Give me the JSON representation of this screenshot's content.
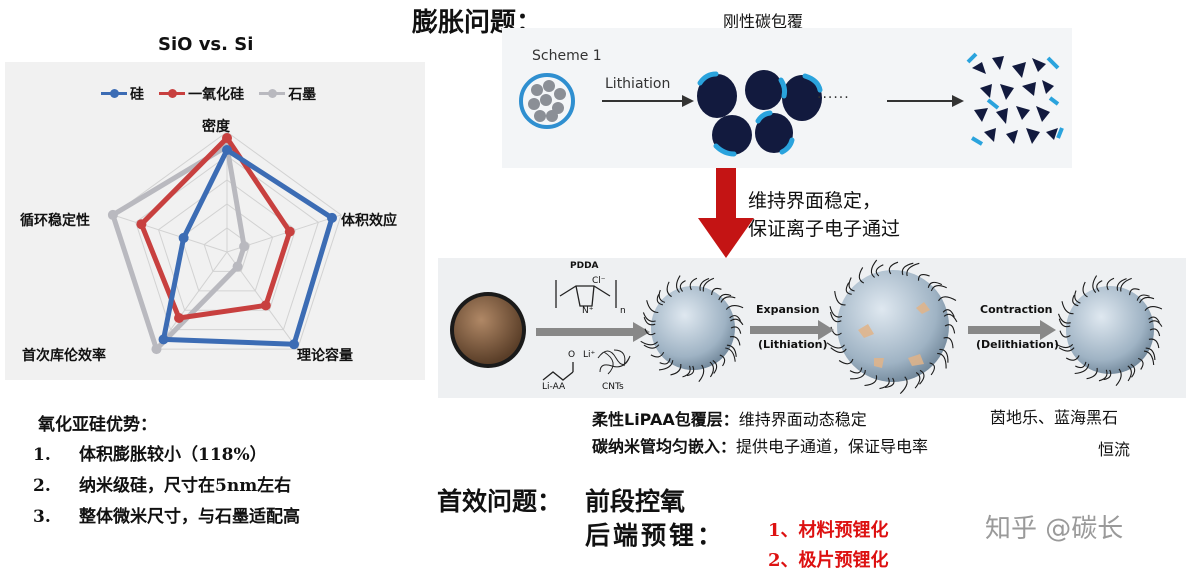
{
  "title_swelling": "膨胀问题：",
  "rigid_coating": "刚性碳包覆",
  "radar": {
    "title": "SiO vs. Si",
    "legend": [
      {
        "name": "硅",
        "color": "#3c6cb4"
      },
      {
        "name": "一氧化硅",
        "color": "#c8403f"
      },
      {
        "name": "石墨",
        "color": "#b9b9bf"
      }
    ],
    "axes": [
      "密度",
      "体积效应",
      "理论容量",
      "首次库伦效率",
      "循环稳定性"
    ],
    "series_values": {
      "硅": [
        0.85,
        0.92,
        0.95,
        0.9,
        0.38
      ],
      "一氧化硅": [
        0.95,
        0.55,
        0.55,
        0.68,
        0.75
      ],
      "石墨": [
        0.88,
        0.15,
        0.15,
        1.0,
        1.0
      ]
    }
  },
  "scheme": {
    "label": "Scheme 1",
    "lithiation": "Lithiation",
    "dots": "......"
  },
  "arrow_text": [
    "维持界面稳定，",
    "保证离子电子通过"
  ],
  "lipaa": {
    "pdda": "PDDA",
    "cl": "Cl⁻",
    "n_plus": "N⁺",
    "n_sub": "n",
    "li_plus": "Li⁺",
    "li_aa": "Li-AA",
    "cnts": "CNTs",
    "o_label": "O",
    "expansion": "Expansion",
    "lithiation_paren": "(Lithiation)",
    "contraction": "Contraction",
    "delithiation_paren": "(Delithiation)"
  },
  "advantages": {
    "heading": "氧化亚硅优势：",
    "items": [
      {
        "num": "1.",
        "text": "体积膨胀较小（118%）"
      },
      {
        "num": "2.",
        "text": "纳米级硅，尺寸在5nm左右"
      },
      {
        "num": "3.",
        "text": "整体微米尺寸，与石墨适配高"
      }
    ]
  },
  "flexible": {
    "line1_label": "柔性LiPAA包覆层：",
    "line1_text": "维持界面动态稳定",
    "line2_label": "碳纳米管均匀嵌入：",
    "line2_text": "提供电子通道，保证导电率",
    "companies1": "茵地乐、蓝海黑石",
    "companies2": "恒流"
  },
  "first_eff": {
    "title": "首效问题：",
    "front": "前段控氧",
    "back": "后端预锂：",
    "item1": "1、材料预锂化",
    "item2": "2、极片预锂化"
  },
  "watermark": "知乎 @碳长"
}
